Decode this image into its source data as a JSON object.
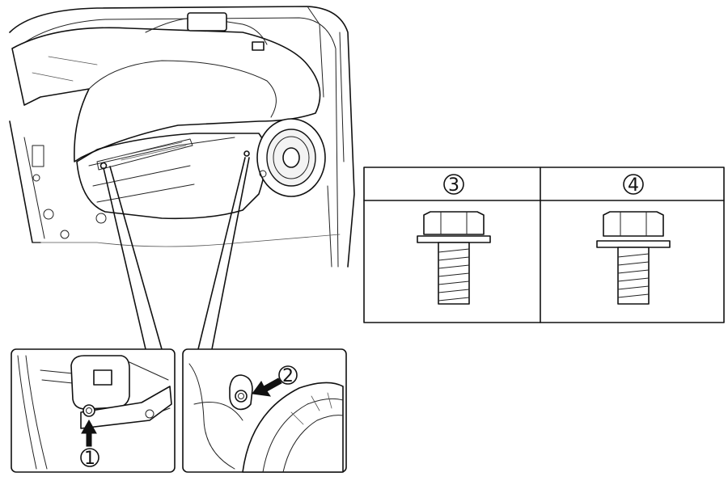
{
  "callouts": {
    "c1": "1",
    "c2": "2",
    "c3": "3",
    "c4": "4"
  },
  "icons": {
    "arrow": "arrow-icon",
    "bolt_flange": "flange-bolt-icon",
    "bolt_washer": "washer-bolt-icon"
  }
}
